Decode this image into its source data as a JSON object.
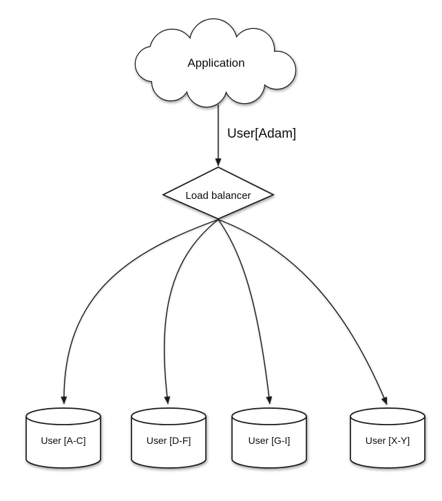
{
  "colors": {
    "background": "#ffffff",
    "shape_fill": "#ffffff",
    "stroke": "#1a1a1a",
    "text": "#0b0b0b"
  },
  "nodes": {
    "application": {
      "shape": "cloud",
      "label": "Application"
    },
    "load_balancer": {
      "shape": "diamond",
      "label": "Load balancer"
    },
    "shard_ac": {
      "shape": "cylinder",
      "label": "User [A-C]"
    },
    "shard_df": {
      "shape": "cylinder",
      "label": "User [D-F]"
    },
    "shard_gi": {
      "shape": "cylinder",
      "label": "User [G-I]"
    },
    "shard_xy": {
      "shape": "cylinder",
      "label": "User [X-Y]"
    }
  },
  "edges": {
    "app_to_lb": {
      "from": "application",
      "to": "load_balancer",
      "label": "User[Adam]"
    },
    "lb_to_ac": {
      "from": "load_balancer",
      "to": "shard_ac"
    },
    "lb_to_df": {
      "from": "load_balancer",
      "to": "shard_df"
    },
    "lb_to_gi": {
      "from": "load_balancer",
      "to": "shard_gi"
    },
    "lb_to_xy": {
      "from": "load_balancer",
      "to": "shard_xy"
    }
  }
}
